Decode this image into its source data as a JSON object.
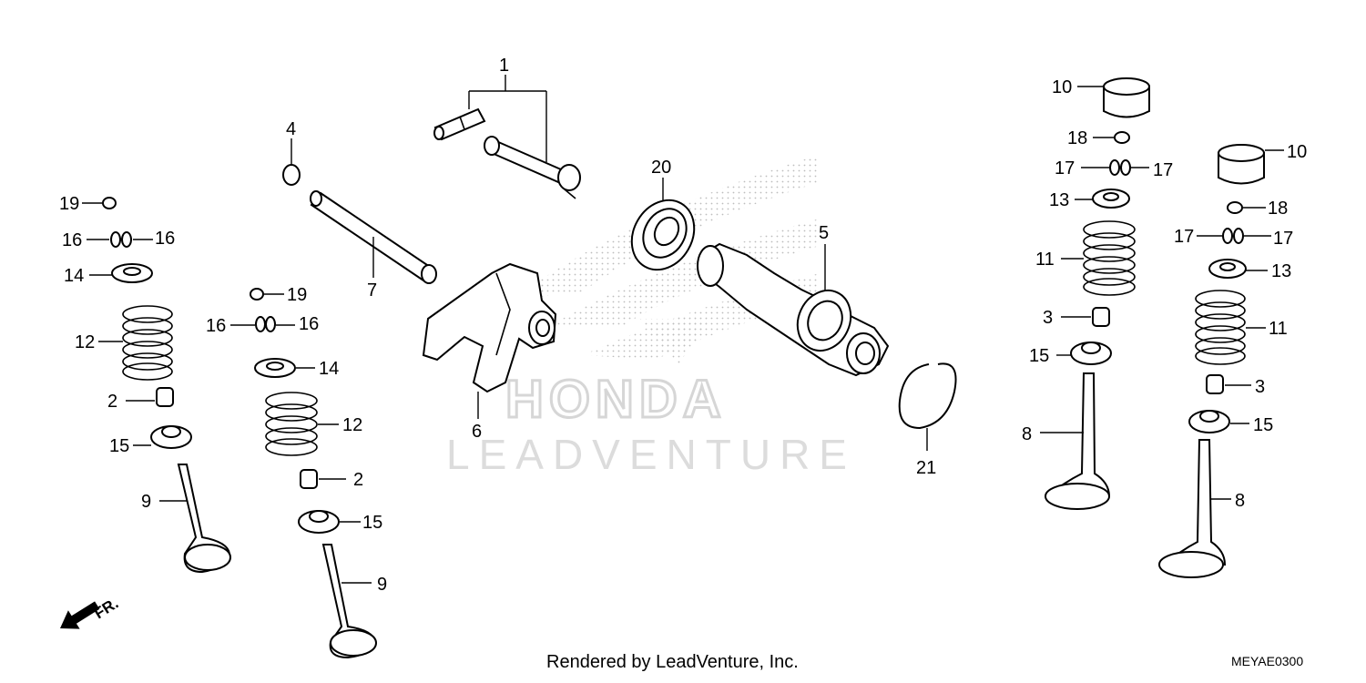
{
  "diagram": {
    "callouts": {
      "c1": "1",
      "c2a": "2",
      "c2b": "2",
      "c3a": "3",
      "c3b": "3",
      "c4": "4",
      "c5": "5",
      "c6": "6",
      "c7": "7",
      "c8a": "8",
      "c8b": "8",
      "c9a": "9",
      "c9b": "9",
      "c10a": "10",
      "c10b": "10",
      "c11a": "11",
      "c11b": "11",
      "c12a": "12",
      "c12b": "12",
      "c13a": "13",
      "c13b": "13",
      "c14a": "14",
      "c14b": "14",
      "c15a": "15",
      "c15b": "15",
      "c15c": "15",
      "c15d": "15",
      "c16a": "16",
      "c16b": "16",
      "c16c": "16",
      "c16d": "16",
      "c17a": "17",
      "c17b": "17",
      "c17c": "17",
      "c17d": "17",
      "c18a": "18",
      "c18b": "18",
      "c19a": "19",
      "c19b": "19",
      "c20": "20",
      "c21": "21"
    },
    "front_indicator": "FR.",
    "watermark_brand": "HONDA",
    "watermark_name": "LEADVENTURE"
  },
  "footer": {
    "credit": "Rendered by LeadVenture, Inc.",
    "code": "MEYAE0300"
  }
}
